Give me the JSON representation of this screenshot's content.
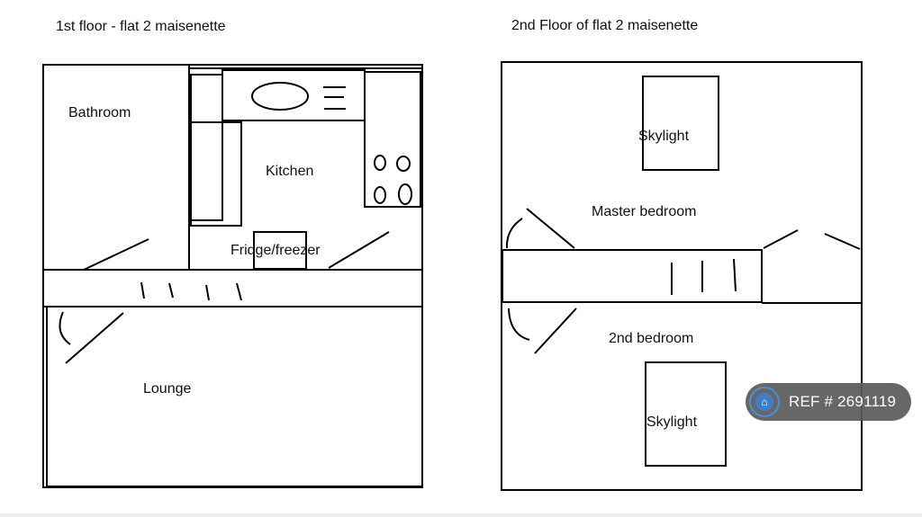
{
  "plan1": {
    "title": "1st floor - flat 2 maisenette",
    "rooms": {
      "bathroom": "Bathroom",
      "kitchen": "Kitchen",
      "fridge": "Fridge/freezer",
      "lounge": "Lounge"
    }
  },
  "plan2": {
    "title": "2nd Floor of flat 2 maisenette",
    "rooms": {
      "skylight1": "Skylight",
      "master": "Master bedroom",
      "second": "2nd bedroom",
      "skylight2": "Skylight"
    }
  },
  "badge": {
    "icon": "home-icon",
    "text": "REF # 2691119"
  }
}
